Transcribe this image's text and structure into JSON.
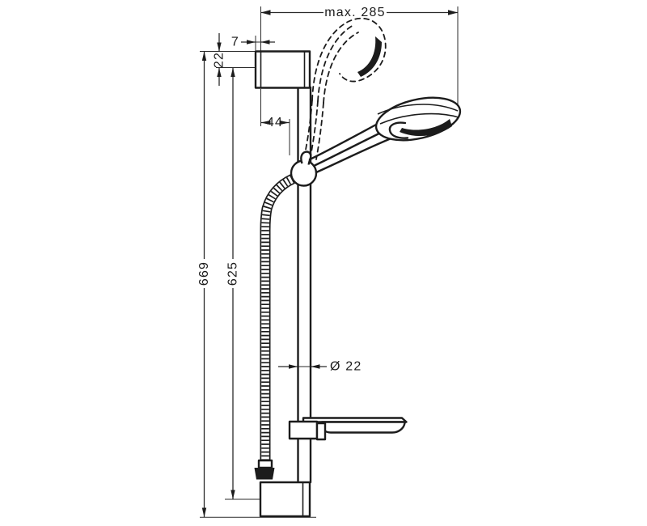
{
  "page": {
    "background": "#ffffff",
    "line_color": "#1c1c1c"
  },
  "drawing": {
    "type": "technical-dimension-drawing",
    "subject": "shower slide bar set with hand shower, shower hose and soap dish",
    "dimensions": {
      "overall_width": "max. 285",
      "wall_plate_thickness": "7",
      "bracket_height": "22",
      "holder_offset": "44",
      "overall_height": "669",
      "mounting_hole_distance": "625",
      "bar_diameter": "Ø 22"
    }
  }
}
